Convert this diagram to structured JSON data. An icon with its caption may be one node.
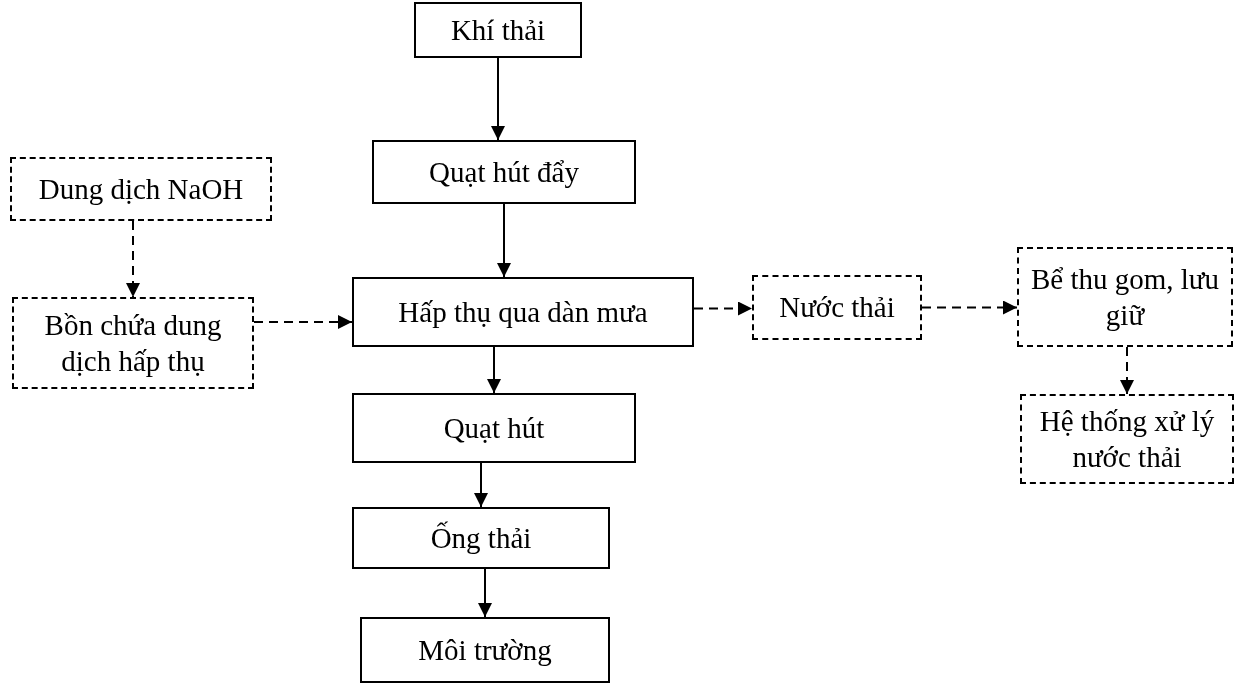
{
  "diagram": {
    "nodes": [
      {
        "text": [
          "Khí thải"
        ]
      },
      {
        "text": [
          "Dung dịch NaOH"
        ]
      },
      {
        "text": [
          "Quạt hút đẩy"
        ]
      },
      {
        "text": [
          "Bồn chứa dung dịch hấp thụ"
        ]
      },
      {
        "text": [
          "Hấp thụ qua dàn mưa"
        ]
      },
      {
        "text": [
          "Nước thải"
        ]
      },
      {
        "text": [
          "Bể thu gom, lưu giữ"
        ]
      },
      {
        "text": [
          "Quạt hút"
        ]
      },
      {
        "text": [
          "Hệ thống xử lý nước thải"
        ]
      },
      {
        "text": [
          "Ống thải"
        ]
      },
      {
        "text": [
          "Môi trường"
        ]
      }
    ],
    "edges": [
      {
        "from": 0,
        "to": 2,
        "arrow": "to"
      },
      {
        "from": 1,
        "to": 3,
        "arrow": "to",
        "style": "dashed"
      },
      {
        "from": 2,
        "to": 4,
        "arrow": "to"
      },
      {
        "from": 3,
        "to": 4,
        "arrow": "to",
        "style": "dashed"
      },
      {
        "from": 4,
        "to": 5,
        "arrow": "to",
        "style": "dashed"
      },
      {
        "from": 5,
        "to": 6,
        "arrow": "to",
        "style": "dashed"
      },
      {
        "from": 6,
        "to": 8,
        "arrow": "to",
        "style": "dashed"
      },
      {
        "from": 4,
        "to": 7,
        "arrow": "to"
      },
      {
        "from": 7,
        "to": 9,
        "arrow": "to"
      },
      {
        "from": 9,
        "to": 10,
        "arrow": "to"
      }
    ]
  }
}
